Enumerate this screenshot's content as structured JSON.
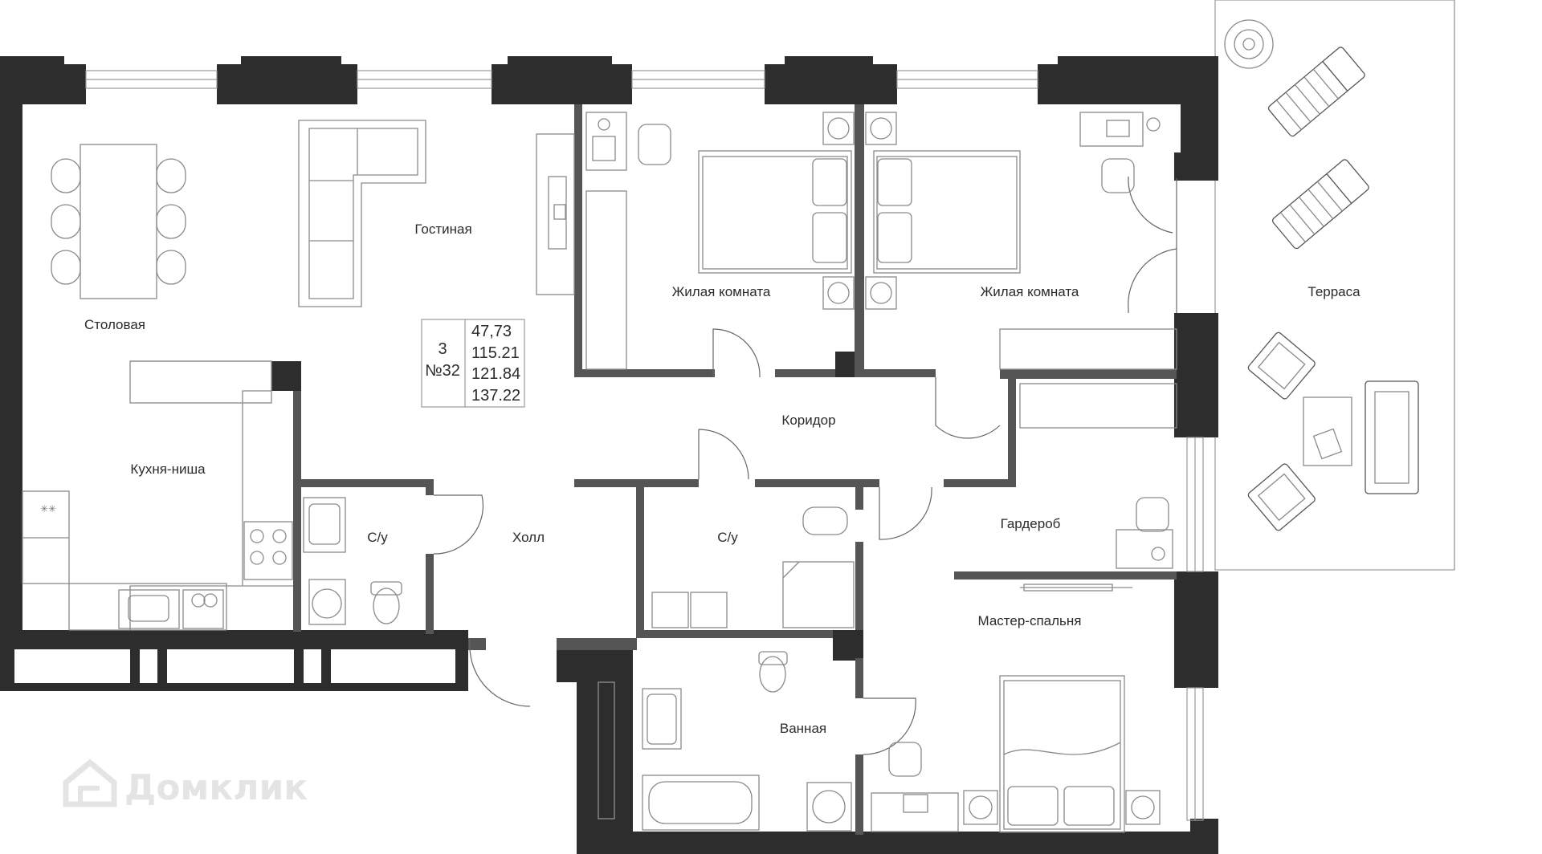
{
  "plan": {
    "rooms": {
      "dining": "Столовая",
      "living": "Гостиная",
      "bedroom_1": "Жилая комната",
      "bedroom_2": "Жилая комната",
      "terrace": "Терраса",
      "corridor": "Коридор",
      "kitchen": "Кухня-ниша",
      "wc_1": "С/у",
      "hall": "Холл",
      "wc_2": "С/у",
      "wardrobe": "Гардероб",
      "master_bedroom": "Мастер-спальня",
      "bathroom": "Ванная"
    },
    "info_box": {
      "rooms_count": "3",
      "apartment_number": "№32",
      "areas": [
        "47,73",
        "115.21",
        "121.84",
        "137.22"
      ]
    },
    "watermark": "Домклик",
    "colors": {
      "wall": "#2d2d2d",
      "furniture_stroke": "#8a8a8a",
      "background": "#ffffff"
    },
    "icons": [
      "house-logo-icon",
      "flower-plant-icon",
      "sun-lounger-icon",
      "armchair-icon",
      "bed-icon",
      "toilet-icon",
      "sink-icon",
      "bathtub-icon",
      "washing-machine-icon",
      "stove-icon"
    ]
  }
}
